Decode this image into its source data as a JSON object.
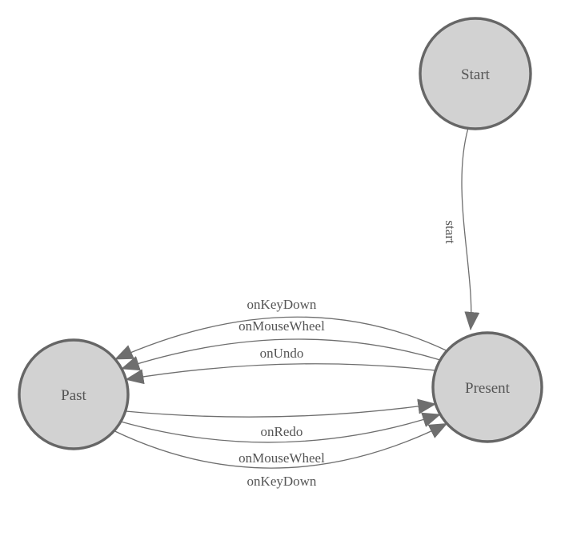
{
  "diagram": {
    "type": "state-transition-diagram",
    "colors": {
      "background": "#ffffff",
      "node_fill": "#d2d2d2",
      "node_border": "#666666",
      "edge": "#6e6e6e",
      "text": "#555555"
    },
    "nodes": [
      {
        "id": "start",
        "label": "Start"
      },
      {
        "id": "past",
        "label": "Past"
      },
      {
        "id": "present",
        "label": "Present"
      }
    ],
    "edges": [
      {
        "from": "Start",
        "to": "Present",
        "label": "start"
      },
      {
        "from": "Present",
        "to": "Past",
        "label": "onKeyDown"
      },
      {
        "from": "Present",
        "to": "Past",
        "label": "onMouseWheel"
      },
      {
        "from": "Present",
        "to": "Past",
        "label": "onUndo"
      },
      {
        "from": "Past",
        "to": "Present",
        "label": "onRedo"
      },
      {
        "from": "Past",
        "to": "Present",
        "label": "onMouseWheel"
      },
      {
        "from": "Past",
        "to": "Present",
        "label": "onKeyDown"
      }
    ]
  }
}
